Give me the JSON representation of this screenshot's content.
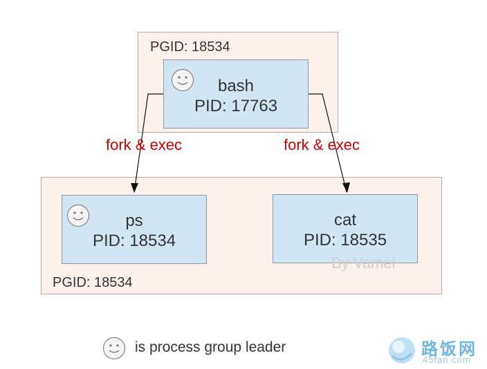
{
  "top_group": {
    "pgid_label": "PGID: 18534"
  },
  "bottom_group": {
    "pgid_label": "PGID: 18534"
  },
  "processes": {
    "bash": {
      "name": "bash",
      "pid": "PID: 17763",
      "leader": true
    },
    "ps": {
      "name": "ps",
      "pid": "PID: 18534",
      "leader": true
    },
    "cat": {
      "name": "cat",
      "pid": "PID: 18535",
      "leader": false
    }
  },
  "edges": [
    {
      "from": "bash",
      "to": "ps",
      "label": "fork & exec"
    },
    {
      "from": "bash",
      "to": "cat",
      "label": "fork & exec"
    }
  ],
  "legend": {
    "icon": "smiley-icon",
    "text": "is process group leader"
  },
  "watermark": "By Vamei",
  "logo": {
    "text": "路饭网",
    "url": "45fan.com"
  },
  "colors": {
    "group_fill": "#fdf1ec",
    "process_fill": "#d1e5f3",
    "edge_label": "#d40000"
  }
}
